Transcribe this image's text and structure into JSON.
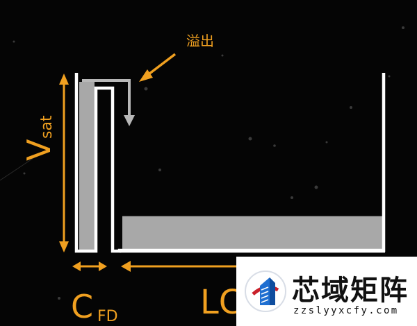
{
  "colors": {
    "background": "#050505",
    "wall": "#ffffff",
    "fill": "#a8a8a8",
    "accent": "#f0a020",
    "overflow_arrow": "#b8b8b8",
    "brand_blue": "#1f6fd1"
  },
  "labels": {
    "overflow": "溢出",
    "vsat_main": "V",
    "vsat_sub": "sat",
    "cfd_main": "C",
    "cfd_sub": "FD",
    "right_label": "LC"
  },
  "levels": {
    "left_fill_fraction": 1.0,
    "right_fill_fraction": 0.2
  },
  "watermark": {
    "title": "芯域矩阵",
    "url": "zzslyyxcfy.com",
    "logo_icon": "building-logo-icon"
  }
}
